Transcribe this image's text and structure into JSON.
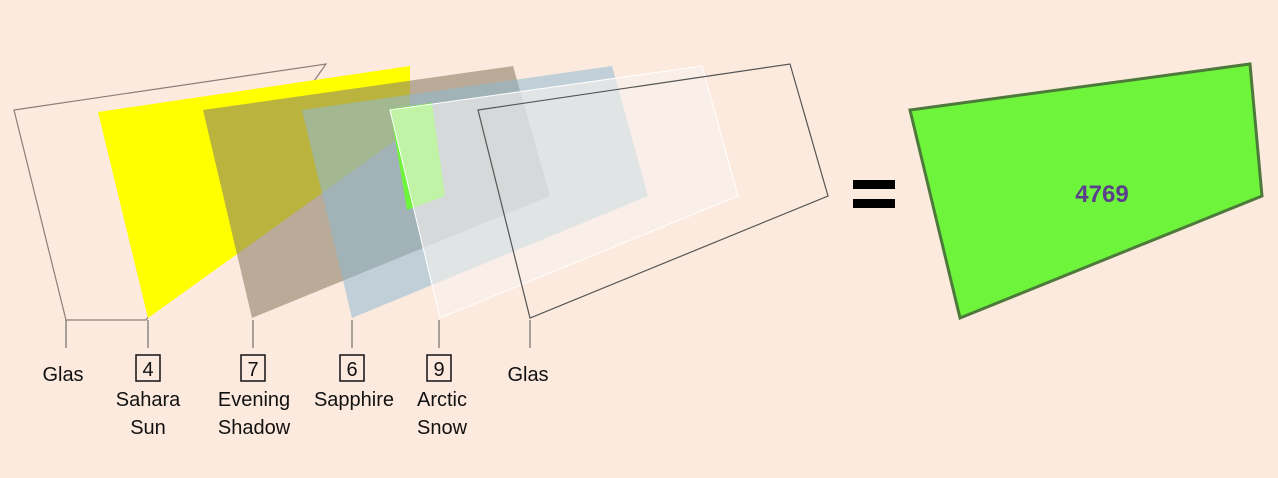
{
  "layers": [
    {
      "id": "glas-left",
      "label": "Glas",
      "number": null,
      "fill": "none",
      "stroke": "#8a7f7a"
    },
    {
      "id": "sahara-sun",
      "label_lines": [
        "Sahara",
        "Sun"
      ],
      "number": "4",
      "fill": "#ffff00",
      "opacity": 1,
      "stroke": "none"
    },
    {
      "id": "evening-shadow",
      "label_lines": [
        "Evening",
        "Shadow"
      ],
      "number": "7",
      "fill": "#8c8068",
      "opacity": 0.6,
      "stroke": "none"
    },
    {
      "id": "sapphire",
      "label_lines": [
        "Sapphire"
      ],
      "number": "6",
      "fill": "#8fb9d4",
      "opacity": 0.55,
      "stroke": "none"
    },
    {
      "id": "arctic-snow",
      "label_lines": [
        "Arctic",
        "Snow"
      ],
      "number": "9",
      "fill": "#f6f2ee",
      "opacity": 0.6,
      "stroke": "none"
    },
    {
      "id": "glas-right",
      "label": "Glas",
      "number": null,
      "fill": "none",
      "stroke": "#555555"
    }
  ],
  "equals_sign": "=",
  "result": {
    "value": "4769",
    "fill": "#6ef43a",
    "stroke": "#4d7a3a",
    "text_color": "#5b3f8c"
  },
  "labels": {
    "glas_left": "Glas",
    "sahara_number": "4",
    "sahara_line1": "Sahara",
    "sahara_line2": "Sun",
    "evening_number": "7",
    "evening_line1": "Evening",
    "evening_line2": "Shadow",
    "sapphire_number": "6",
    "sapphire_line1": "Sapphire",
    "arctic_number": "9",
    "arctic_line1": "Arctic",
    "arctic_line2": "Snow",
    "glas_right": "Glas"
  },
  "colors": {
    "background": "#fdeade",
    "highlight_green": "#6ef43a"
  }
}
